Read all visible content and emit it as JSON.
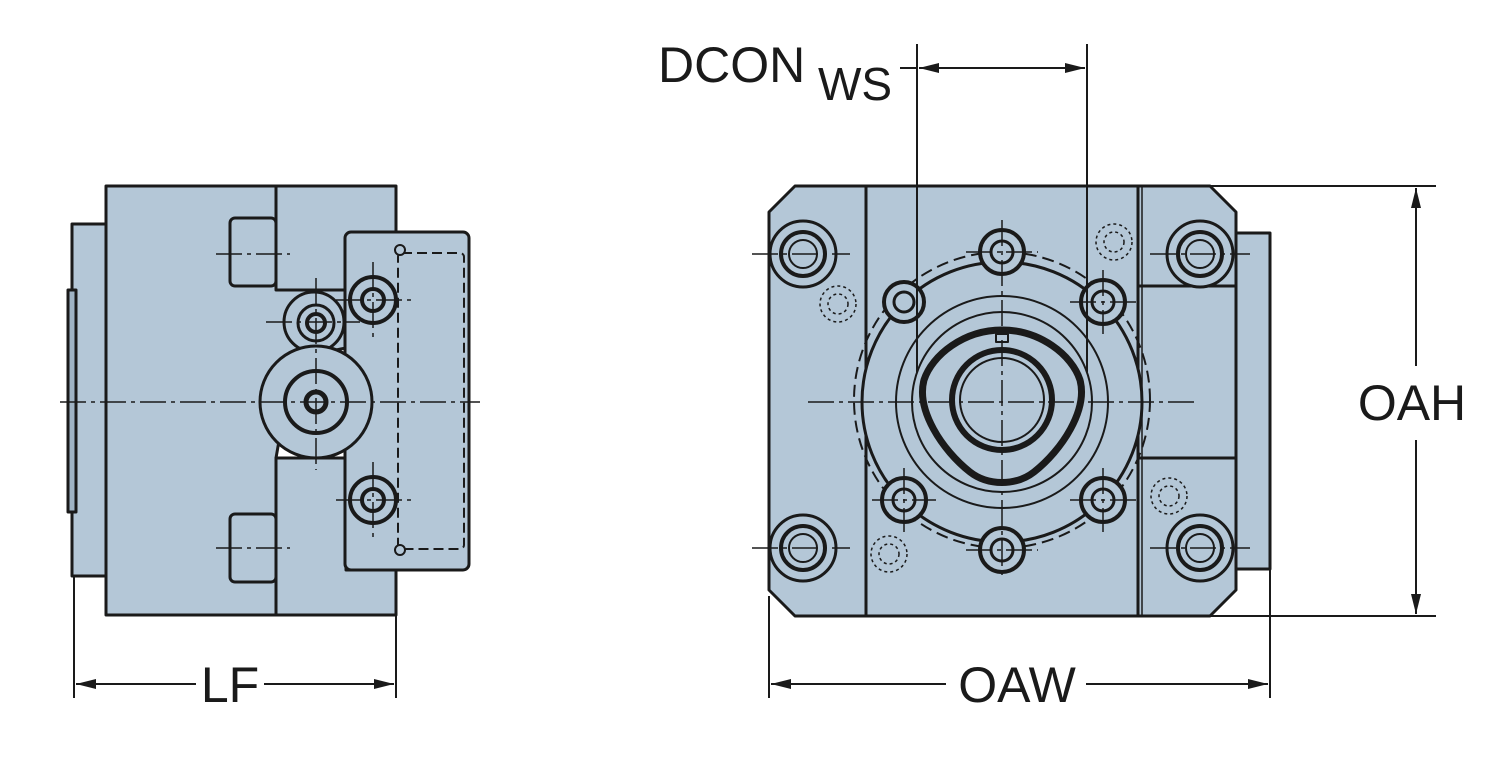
{
  "colors": {
    "body_fill": "#b4c7d7",
    "outline": "#1a1a1a",
    "background": "#ffffff"
  },
  "dimensions": {
    "lf": "LF",
    "oaw": "OAW",
    "oah": "OAH",
    "dcon_main": "DCON",
    "dcon_sub": "WS"
  }
}
